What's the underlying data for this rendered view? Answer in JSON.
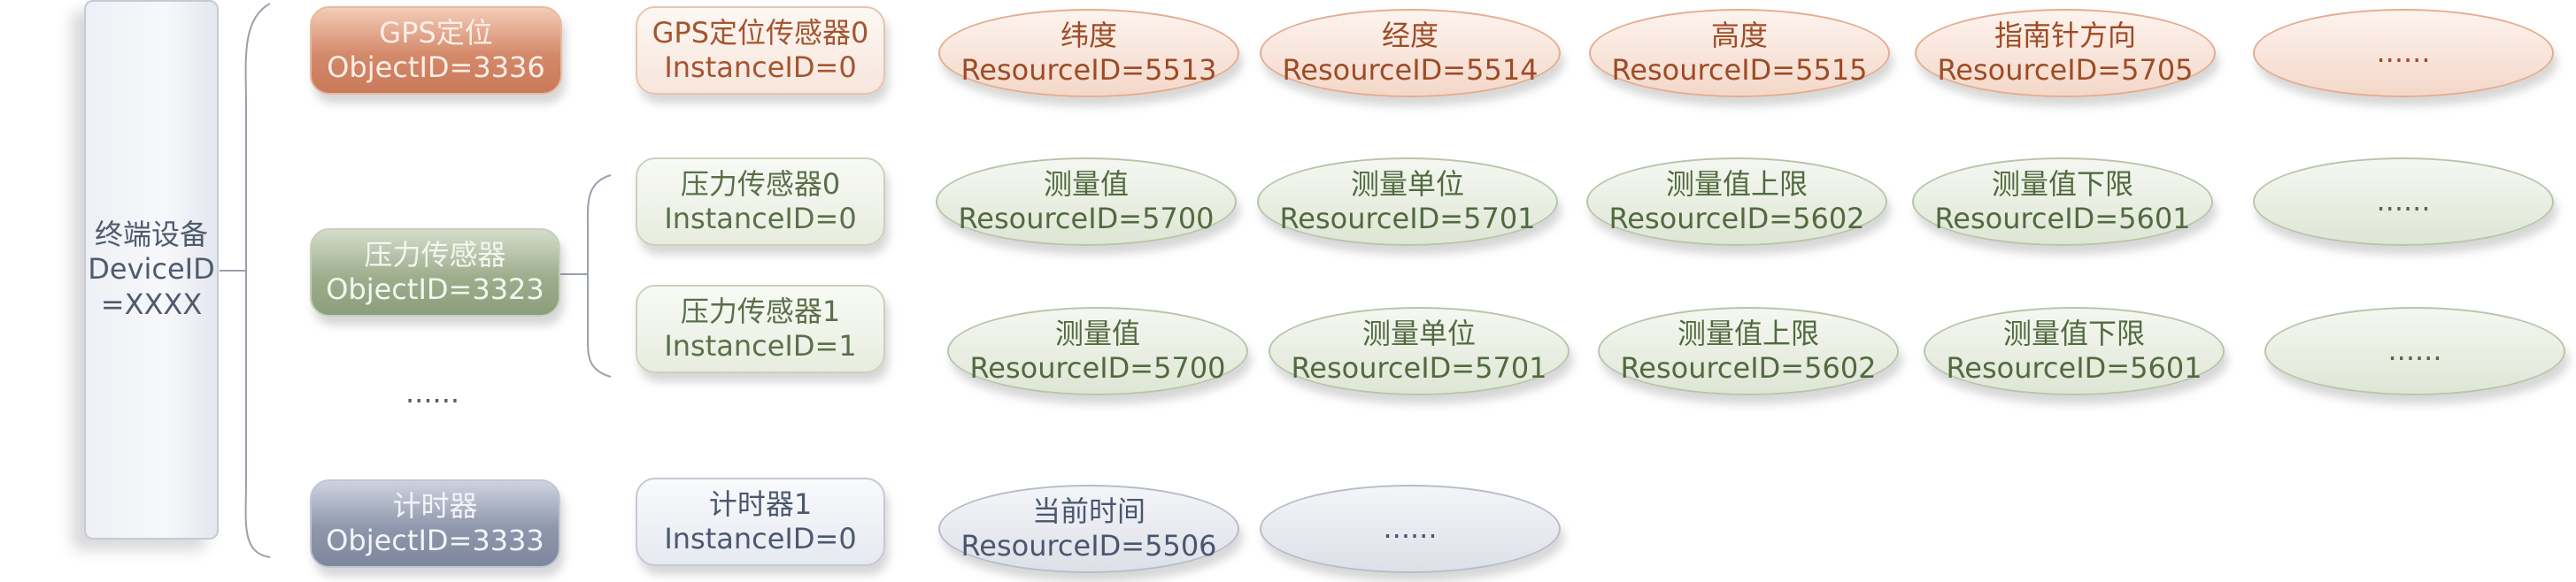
{
  "device": {
    "line1": "终端设备",
    "line2": "DeviceID",
    "line3": "=XXXX"
  },
  "objects": {
    "gps": {
      "name": "GPS定位",
      "id": "ObjectID=3336"
    },
    "pressure": {
      "name": "压力传感器",
      "id": "ObjectID=3323"
    },
    "ellipsis": "......",
    "timer": {
      "name": "计时器",
      "id": "ObjectID=3333"
    }
  },
  "instances": {
    "gps0": {
      "name": "GPS定位传感器0",
      "id": "InstanceID=0"
    },
    "pressure0": {
      "name": "压力传感器0",
      "id": "InstanceID=0"
    },
    "pressure1": {
      "name": "压力传感器1",
      "id": "InstanceID=1"
    },
    "timer1": {
      "name": "计时器1",
      "id": "InstanceID=0"
    }
  },
  "resources": {
    "gps": [
      {
        "name": "纬度",
        "id": "ResourceID=5513"
      },
      {
        "name": "经度",
        "id": "ResourceID=5514"
      },
      {
        "name": "高度",
        "id": "ResourceID=5515"
      },
      {
        "name": "指南针方向",
        "id": "ResourceID=5705"
      },
      {
        "name": "......",
        "id": ""
      }
    ],
    "pressure0": [
      {
        "name": "测量值",
        "id": "ResourceID=5700"
      },
      {
        "name": "测量单位",
        "id": "ResourceID=5701"
      },
      {
        "name": "测量值上限",
        "id": "ResourceID=5602"
      },
      {
        "name": "测量值下限",
        "id": "ResourceID=5601"
      },
      {
        "name": "......",
        "id": ""
      }
    ],
    "pressure1": [
      {
        "name": "测量值",
        "id": "ResourceID=5700"
      },
      {
        "name": "测量单位",
        "id": "ResourceID=5701"
      },
      {
        "name": "测量值上限",
        "id": "ResourceID=5602"
      },
      {
        "name": "测量值下限",
        "id": "ResourceID=5601"
      },
      {
        "name": "......",
        "id": ""
      }
    ],
    "timer1": [
      {
        "name": "当前时间",
        "id": "ResourceID=5506"
      },
      {
        "name": "......",
        "id": ""
      }
    ]
  }
}
